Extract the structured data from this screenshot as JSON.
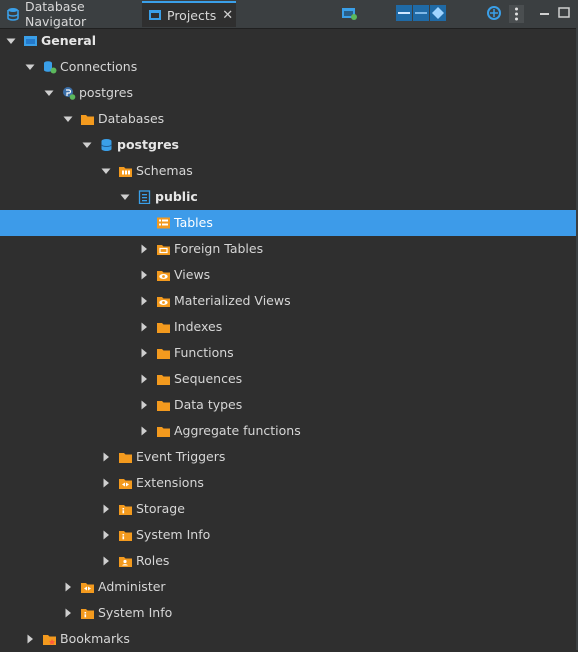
{
  "tabs": [
    {
      "label": "Database Navigator",
      "icon": "database-navigator-icon",
      "active": false
    },
    {
      "label": "Projects",
      "icon": "projects-icon",
      "active": true
    }
  ],
  "toolbar": {
    "icons": [
      "new-folder-icon",
      "collapse-all-icon",
      "expand-all-icon",
      "link-editor-icon",
      "sync-icon",
      "view-menu-icon",
      "minimize-icon",
      "maximize-icon"
    ]
  },
  "tree": [
    {
      "label": "General",
      "depth": 0,
      "expanded": true,
      "bold": true,
      "icon": "project-icon"
    },
    {
      "label": "Connections",
      "depth": 1,
      "expanded": true,
      "icon": "connections-icon"
    },
    {
      "label": "postgres",
      "depth": 2,
      "expanded": true,
      "icon": "postgres-connection-icon"
    },
    {
      "label": "Databases",
      "depth": 3,
      "expanded": true,
      "icon": "folder-icon"
    },
    {
      "label": "postgres",
      "depth": 4,
      "expanded": true,
      "bold": true,
      "icon": "database-icon"
    },
    {
      "label": "Schemas",
      "depth": 5,
      "expanded": true,
      "icon": "schemas-icon"
    },
    {
      "label": "public",
      "depth": 6,
      "expanded": true,
      "bold": true,
      "icon": "schema-icon"
    },
    {
      "label": "Tables",
      "depth": 7,
      "leaf": true,
      "selected": true,
      "icon": "tables-icon"
    },
    {
      "label": "Foreign Tables",
      "depth": 7,
      "expanded": false,
      "icon": "foreign-tables-icon"
    },
    {
      "label": "Views",
      "depth": 7,
      "expanded": false,
      "icon": "views-icon"
    },
    {
      "label": "Materialized Views",
      "depth": 7,
      "expanded": false,
      "icon": "views-icon"
    },
    {
      "label": "Indexes",
      "depth": 7,
      "expanded": false,
      "icon": "folder-icon"
    },
    {
      "label": "Functions",
      "depth": 7,
      "expanded": false,
      "icon": "folder-icon"
    },
    {
      "label": "Sequences",
      "depth": 7,
      "expanded": false,
      "icon": "folder-icon"
    },
    {
      "label": "Data types",
      "depth": 7,
      "expanded": false,
      "icon": "folder-icon"
    },
    {
      "label": "Aggregate functions",
      "depth": 7,
      "expanded": false,
      "icon": "folder-icon"
    },
    {
      "label": "Event Triggers",
      "depth": 5,
      "expanded": false,
      "icon": "folder-icon"
    },
    {
      "label": "Extensions",
      "depth": 5,
      "expanded": false,
      "icon": "extensions-icon"
    },
    {
      "label": "Storage",
      "depth": 5,
      "expanded": false,
      "icon": "info-folder-icon"
    },
    {
      "label": "System Info",
      "depth": 5,
      "expanded": false,
      "icon": "info-folder-icon"
    },
    {
      "label": "Roles",
      "depth": 5,
      "expanded": false,
      "icon": "roles-icon"
    },
    {
      "label": "Administer",
      "depth": 3,
      "expanded": false,
      "icon": "extensions-icon"
    },
    {
      "label": "System Info",
      "depth": 3,
      "expanded": false,
      "icon": "info-folder-icon"
    },
    {
      "label": "Bookmarks",
      "depth": 1,
      "expanded": false,
      "icon": "bookmarks-icon"
    }
  ],
  "colors": {
    "selection": "#3d9be9",
    "folder": "#f39a1e",
    "database": "#3a9fe8",
    "background": "#2f2f2f"
  }
}
